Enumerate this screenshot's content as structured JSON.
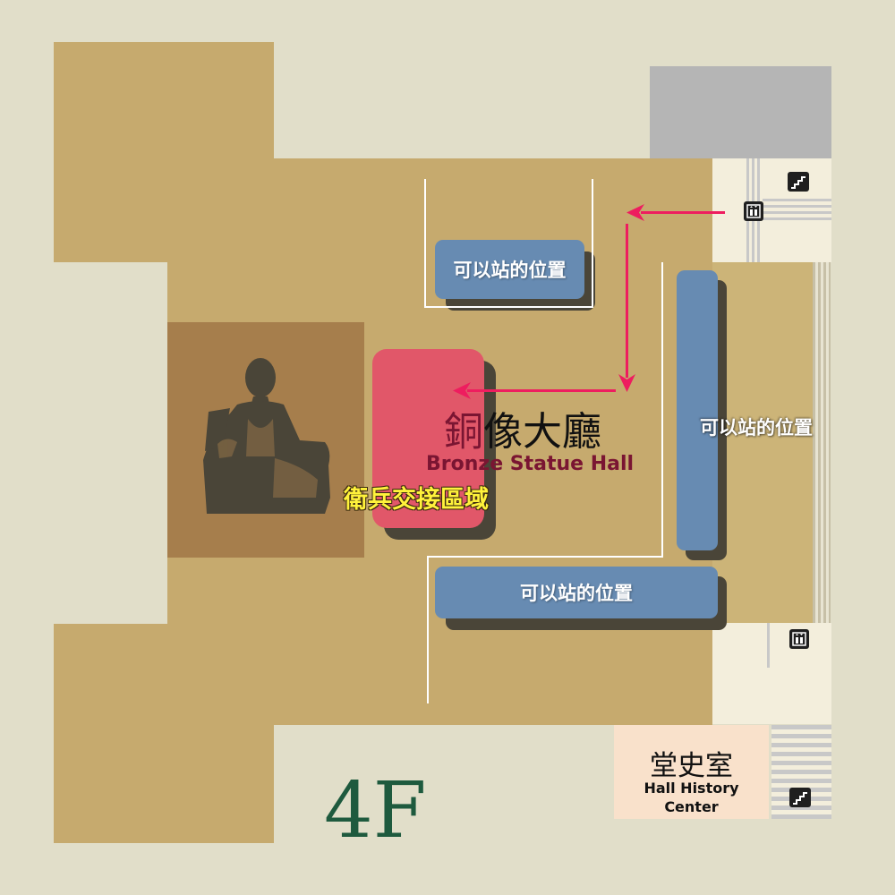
{
  "map": {
    "floor_label": "4F",
    "hall": {
      "title_char_accent": "銅",
      "title_rest": "像大廳",
      "title_en": "Bronze Statue Hall"
    },
    "guard_zone_label": "衛兵交接區域",
    "standing_area_label": "可以站的位置",
    "history_center": {
      "title_zh": "堂史室",
      "title_en_line1": "Hall History",
      "title_en_line2": "Center"
    },
    "icons": [
      "stairs-icon",
      "elevator-icon",
      "elevator-icon",
      "stairs-icon"
    ],
    "colors": {
      "background": "#e1dec9",
      "floor": "#c6aa6e",
      "statue_area": "#a67e4c",
      "statue": "#4a4538",
      "guard_zone": "#e15769",
      "standing_area": "#678bb2",
      "arrow": "#ee1d5f",
      "service_block": "#b5b5b5",
      "history_center": "#f9e1cb",
      "floor_label": "#1e5a3e",
      "hall_title_accent": "#7a1532",
      "guard_label": "#fff23b"
    }
  }
}
